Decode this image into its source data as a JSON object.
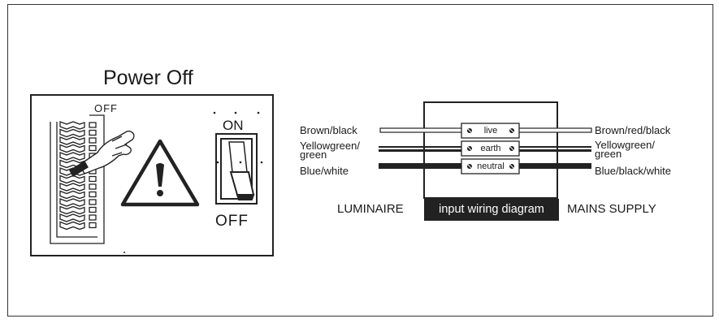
{
  "power_off": {
    "title": "Power Off",
    "breaker_label": "OFF",
    "switch_on_label": "ON",
    "switch_off_label": "OFF"
  },
  "wiring": {
    "terminals": [
      "live",
      "earth",
      "neutral"
    ],
    "left_wires": [
      "Brown/black",
      "Yellowgreen/\ngreen",
      "Blue/white"
    ],
    "right_wires": [
      "Brown/red/black",
      "Yellowgreen/\ngreen",
      "Blue/black/white"
    ],
    "luminaire_label": "LUMINAIRE",
    "diagram_title": "input wiring diagram",
    "mains_label": "MAINS SUPPLY"
  },
  "colors": {
    "ink": "#222222",
    "banner_text": "#ffffff"
  }
}
